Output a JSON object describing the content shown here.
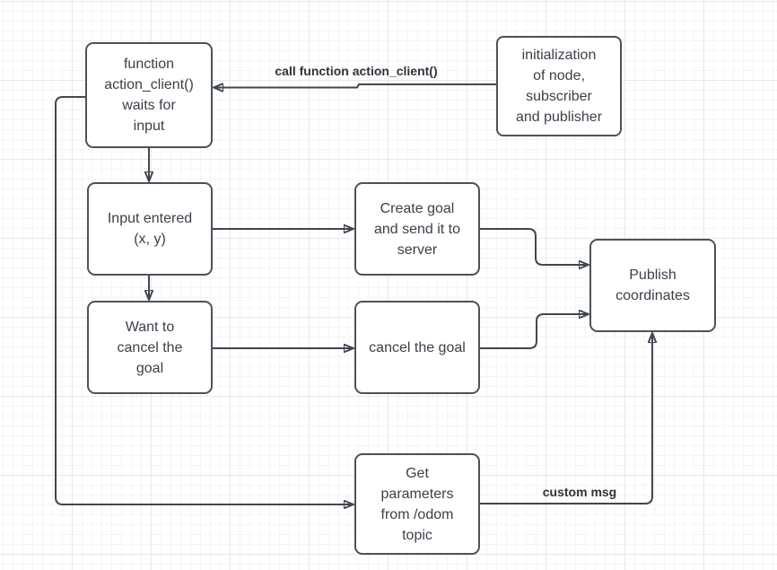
{
  "diagram": {
    "type": "flowchart",
    "colors": {
      "stroke": "#40474f",
      "node_border": "#4b525b",
      "node_fill": "#ffffff",
      "text": "#3a4149",
      "edge_label_text": "#2e343b",
      "background": "#ffffff",
      "grid_minor": "#f4f4f6",
      "grid_major": "#e8e8ea"
    },
    "nodes": {
      "function_client": {
        "label": "function\naction_client()\nwaits for\ninput"
      },
      "initialization": {
        "label": "initialization\nof node,\nsubscriber\nand publisher"
      },
      "input_entered": {
        "label": "Input entered\n(x, y)"
      },
      "create_goal": {
        "label": "Create goal\nand send it to\nserver"
      },
      "want_cancel": {
        "label": "Want to\ncancel the\ngoal"
      },
      "cancel_goal": {
        "label": "cancel the goal"
      },
      "publish_coordinates": {
        "label": "Publish\ncoordinates"
      },
      "get_parameters": {
        "label": "Get\nparameters\nfrom /odom\ntopic"
      }
    },
    "edge_labels": {
      "call_function": "call function action_client()",
      "custom_msg": "custom msg"
    }
  }
}
